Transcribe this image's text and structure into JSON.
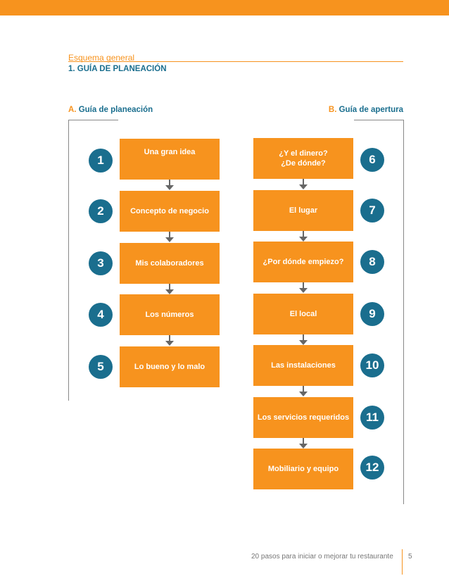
{
  "header": {
    "section_label": "Esquema general",
    "section_title": "1.  GUÍA DE PLANEACIÓN"
  },
  "column_a": {
    "letter": "A.",
    "title": "Guía de planeación",
    "steps": [
      {
        "number": "1",
        "label": "Una gran idea"
      },
      {
        "number": "2",
        "label": "Concepto de negocio"
      },
      {
        "number": "3",
        "label": "Mis colaboradores"
      },
      {
        "number": "4",
        "label": "Los números"
      },
      {
        "number": "5",
        "label": "Lo bueno y lo malo"
      }
    ]
  },
  "column_b": {
    "letter": "B.",
    "title": "Guía de apertura",
    "steps": [
      {
        "number": "6",
        "label": "¿Y el dinero?\n¿De dónde?"
      },
      {
        "number": "7",
        "label": "El lugar"
      },
      {
        "number": "8",
        "label": "¿Por dónde empiezo?"
      },
      {
        "number": "9",
        "label": "El local"
      },
      {
        "number": "10",
        "label": "Las instalaciones"
      },
      {
        "number": "11",
        "label": "Los servicios requeridos"
      },
      {
        "number": "12",
        "label": "Mobiliario y equipo"
      }
    ]
  },
  "footer": {
    "text": "20 pasos para iniciar o mejorar tu restaurante",
    "page_number": "5"
  },
  "colors": {
    "accent_orange": "#f7931e",
    "accent_teal": "#1a6e8e"
  }
}
